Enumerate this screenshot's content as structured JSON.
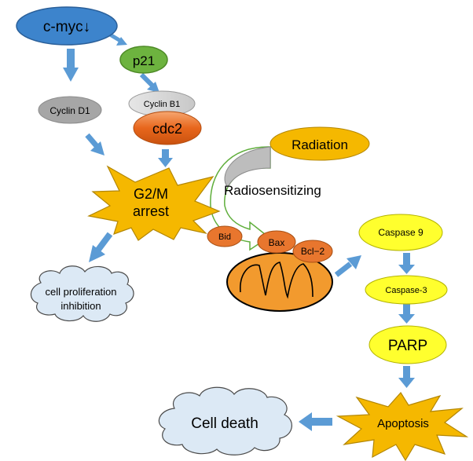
{
  "nodes": {
    "cmyc": {
      "label": "c-myc↓",
      "color": "#3d84cc"
    },
    "p21": {
      "label": "p21",
      "color": "#6db33f"
    },
    "cyclin_d1": {
      "label": "Cyclin D1",
      "color": "#a6a6a6"
    },
    "cyclin_b1": {
      "label": "Cyclin B1",
      "color": "#a6a6a6"
    },
    "cdc2": {
      "label": "cdc2",
      "color": "#e8661c"
    },
    "g2m": {
      "label_line1": "G2/M",
      "label_line2": "arrest",
      "color": "#f5b800"
    },
    "radiation": {
      "label": "Radiation",
      "color": "#f5b800"
    },
    "radiosensitizing": {
      "label": "Radiosensitizing"
    },
    "bid": {
      "label": "Bid",
      "color": "#e8762e"
    },
    "bax": {
      "label": "Bax",
      "color": "#e8762e"
    },
    "bcl2": {
      "label": "Bcl−2",
      "color": "#e8762e"
    },
    "mitochondrion": {
      "color": "#f29a2e"
    },
    "cell_prolif": {
      "label_line1": "cell proliferation",
      "label_line2": "inhibition",
      "color": "#dce9f5"
    },
    "caspase9": {
      "label": "Caspase 9",
      "color": "#ffff2e"
    },
    "caspase3": {
      "label": "Caspase-3",
      "color": "#ffff2e"
    },
    "parp": {
      "label": "PARP",
      "color": "#ffff2e"
    },
    "apoptosis": {
      "label": "Apoptosis",
      "color": "#f5b800"
    },
    "cell_death": {
      "label": "Cell death",
      "color": "#dce9f5"
    }
  },
  "arrow_color": "#5b9bd5"
}
